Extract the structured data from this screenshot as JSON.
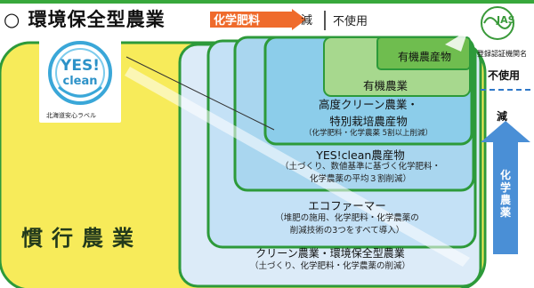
{
  "title": "○ 環境保全型農業",
  "header": {
    "chemical_label": "化学肥料",
    "reduce_label": "減",
    "no_use_label": "不使用"
  },
  "yes_logo": {
    "brand_line1": "YES!",
    "brand_line2": "clean",
    "caption": "北海道安心ラベル"
  },
  "jas": {
    "logo_text": "JAS",
    "org_label": "登録認証機関名",
    "no_use_label": "不使用",
    "reduce_label": "減",
    "arrow_label": "化学農薬"
  },
  "conventional_label": "慣行農業",
  "tiers": [
    {
      "id": "organic",
      "label": "有機農産物",
      "sub": ""
    },
    {
      "id": "organic-bar",
      "label": "有機農業",
      "sub": ""
    },
    {
      "id": "special",
      "label_line1": "高度クリーン農業・",
      "label_line2": "特別栽培農産物",
      "sub": "（化学肥料・化学農薬 5割以上削減）"
    },
    {
      "id": "yesclean",
      "label": "YES!clean農産物",
      "sub_line1": "（土づくり、数値基準に基づく化学肥料・",
      "sub_line2": "化学農薬の平均３割削減）"
    },
    {
      "id": "eco",
      "label": "エコファーマー",
      "sub_line1": "（堆肥の施用、化学肥料・化学農薬の",
      "sub_line2": "削減技術の3つをすべて導入）"
    },
    {
      "id": "clean",
      "label": "クリーン農業・環境保全型農業",
      "sub": "（土づくり、化学肥料・化学農薬の削減）"
    }
  ],
  "colors": {
    "conventional": "#f7eb5a",
    "tier_clean": "#dcebf8",
    "tier_eco": "#c4e1f6",
    "tier_yes": "#a9d6ef",
    "tier_special": "#8ccdea",
    "tier_organic": "#a7d88e",
    "organic_top": "#6fbd4f",
    "banner_green": "#38a83c",
    "blue_arrow": "#4a8fd6"
  }
}
